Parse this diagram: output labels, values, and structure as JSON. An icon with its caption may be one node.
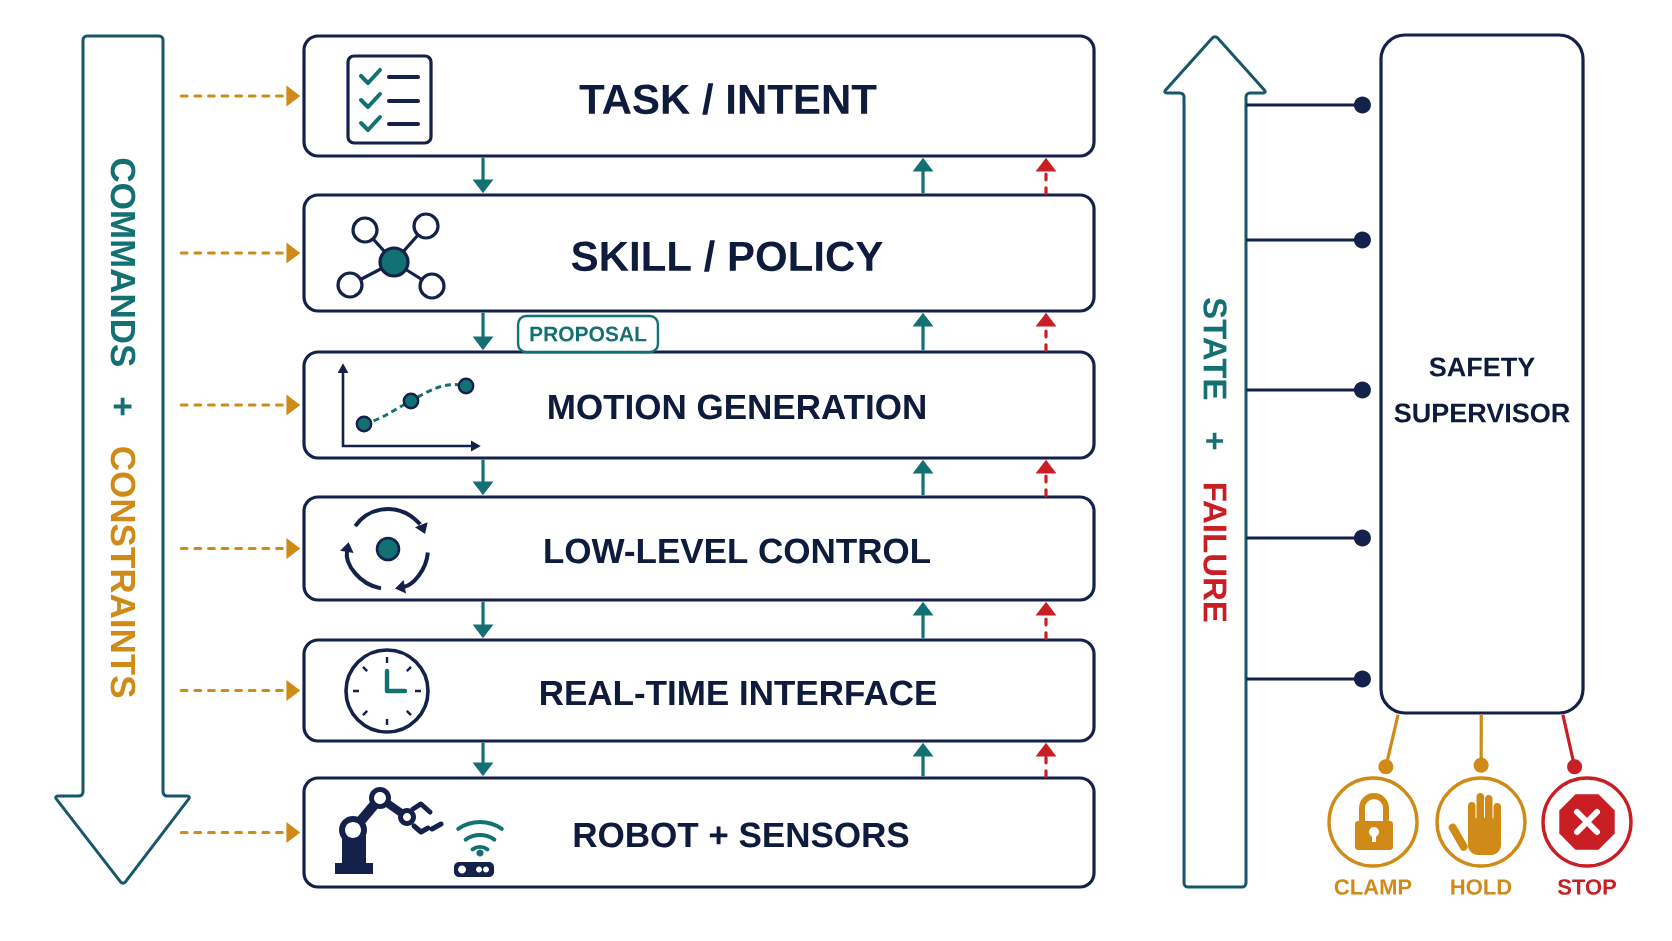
{
  "diagram": {
    "nodes": [
      {
        "text": [
          "COMMANDS +",
          "CONSTRAINTS"
        ]
      },
      {
        "text": [
          "TASK / INTENT"
        ]
      },
      {
        "text": [
          "SKILL / POLICY"
        ]
      },
      {
        "text": [
          "MOTION GENERATION"
        ]
      },
      {
        "text": [
          "LOW-LEVEL CONTROL"
        ]
      },
      {
        "text": [
          "REAL-TIME INTERFACE"
        ]
      },
      {
        "text": [
          "ROBOT + SENSORS"
        ]
      },
      {
        "text": [
          "STATE +",
          "FAILURE"
        ]
      },
      {
        "text": [
          "SAFETY SUPERVISOR"
        ]
      },
      {
        "text": [
          "CLAMP"
        ]
      },
      {
        "text": [
          "HOLD"
        ]
      },
      {
        "text": [
          "STOP"
        ]
      }
    ],
    "edges": [
      {
        "from": 0,
        "to": 1,
        "arrow": "to",
        "style": "dashed",
        "color": "#d08a17"
      },
      {
        "from": 0,
        "to": 2,
        "arrow": "to",
        "style": "dashed",
        "color": "#d08a17"
      },
      {
        "from": 0,
        "to": 3,
        "arrow": "to",
        "style": "dashed",
        "color": "#d08a17"
      },
      {
        "from": 0,
        "to": 4,
        "arrow": "to",
        "style": "dashed",
        "color": "#d08a17"
      },
      {
        "from": 0,
        "to": 5,
        "arrow": "to",
        "style": "dashed",
        "color": "#d08a17"
      },
      {
        "from": 0,
        "to": 6,
        "arrow": "to",
        "style": "dashed",
        "color": "#d08a17"
      },
      {
        "from": 1,
        "to": 2,
        "arrow": "to"
      },
      {
        "from": 2,
        "to": 3,
        "arrow": "to",
        "label": "PROPOSAL"
      },
      {
        "from": 3,
        "to": 4,
        "arrow": "to"
      },
      {
        "from": 4,
        "to": 5,
        "arrow": "to"
      },
      {
        "from": 5,
        "to": 6,
        "arrow": "to"
      },
      {
        "from": 2,
        "to": 1,
        "arrow": "to"
      },
      {
        "from": 3,
        "to": 2,
        "arrow": "to"
      },
      {
        "from": 4,
        "to": 3,
        "arrow": "to"
      },
      {
        "from": 5,
        "to": 4,
        "arrow": "to"
      },
      {
        "from": 6,
        "to": 5,
        "arrow": "to"
      },
      {
        "from": 2,
        "to": 1,
        "arrow": "to",
        "style": "dashed",
        "color": "#c81e24"
      },
      {
        "from": 3,
        "to": 2,
        "arrow": "to",
        "style": "dashed",
        "color": "#c81e24"
      },
      {
        "from": 4,
        "to": 3,
        "arrow": "to",
        "style": "dashed",
        "color": "#c81e24"
      },
      {
        "from": 5,
        "to": 4,
        "arrow": "to",
        "style": "dashed",
        "color": "#c81e24"
      },
      {
        "from": 6,
        "to": 5,
        "arrow": "to",
        "style": "dashed",
        "color": "#c81e24"
      },
      {
        "from": 7,
        "to": 8,
        "arrow": "other",
        "color": "#14214a"
      },
      {
        "from": 7,
        "to": 8,
        "arrow": "other",
        "color": "#14214a"
      },
      {
        "from": 7,
        "to": 8,
        "arrow": "other",
        "color": "#14214a"
      },
      {
        "from": 7,
        "to": 8,
        "arrow": "other",
        "color": "#14214a"
      },
      {
        "from": 7,
        "to": 8,
        "arrow": "other",
        "color": "#14214a"
      },
      {
        "from": 8,
        "to": 9,
        "arrow": "other",
        "color": "#d08a17"
      },
      {
        "from": 8,
        "to": 10,
        "arrow": "other",
        "color": "#d08a17"
      },
      {
        "from": 8,
        "to": 11,
        "arrow": "other",
        "color": "#c81e24"
      }
    ]
  }
}
